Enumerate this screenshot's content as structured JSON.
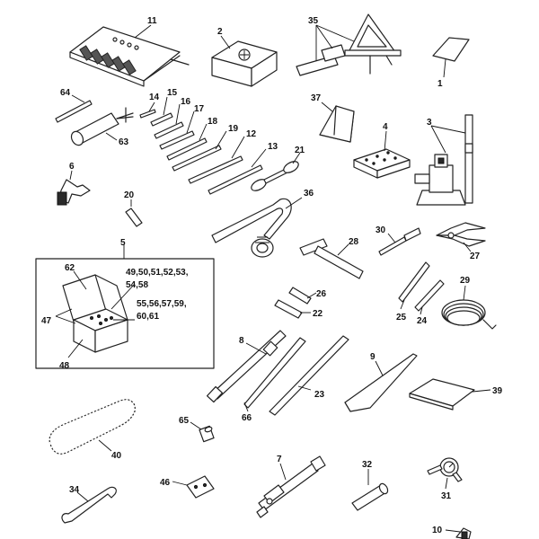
{
  "callouts": {
    "c1": "1",
    "c2": "2",
    "c3": "3",
    "c4": "4",
    "c5": "5",
    "c6": "6",
    "c7": "7",
    "c8": "8",
    "c9": "9",
    "c10": "10",
    "c11": "11",
    "c12": "12",
    "c13": "13",
    "c14": "14",
    "c15": "15",
    "c16": "16",
    "c17": "17",
    "c18": "18",
    "c19": "19",
    "c20": "20",
    "c21": "21",
    "c22": "22",
    "c23": "23",
    "c24": "24",
    "c25": "25",
    "c26": "26",
    "c27": "27",
    "c28": "28",
    "c29": "29",
    "c30": "30",
    "c31": "31",
    "c32": "32",
    "c34": "34",
    "c35": "35",
    "c36": "36",
    "c37": "37",
    "c39": "39",
    "c40": "40",
    "c46": "46",
    "c47": "47",
    "c48": "48",
    "c62": "62",
    "c63": "63",
    "c64": "64",
    "c65": "65",
    "c66": "66"
  },
  "kit_labels": {
    "line1": "49,50,51,52,53,",
    "line2": "54,58",
    "line3": "55,56,57,59,",
    "line4": "60,61"
  }
}
